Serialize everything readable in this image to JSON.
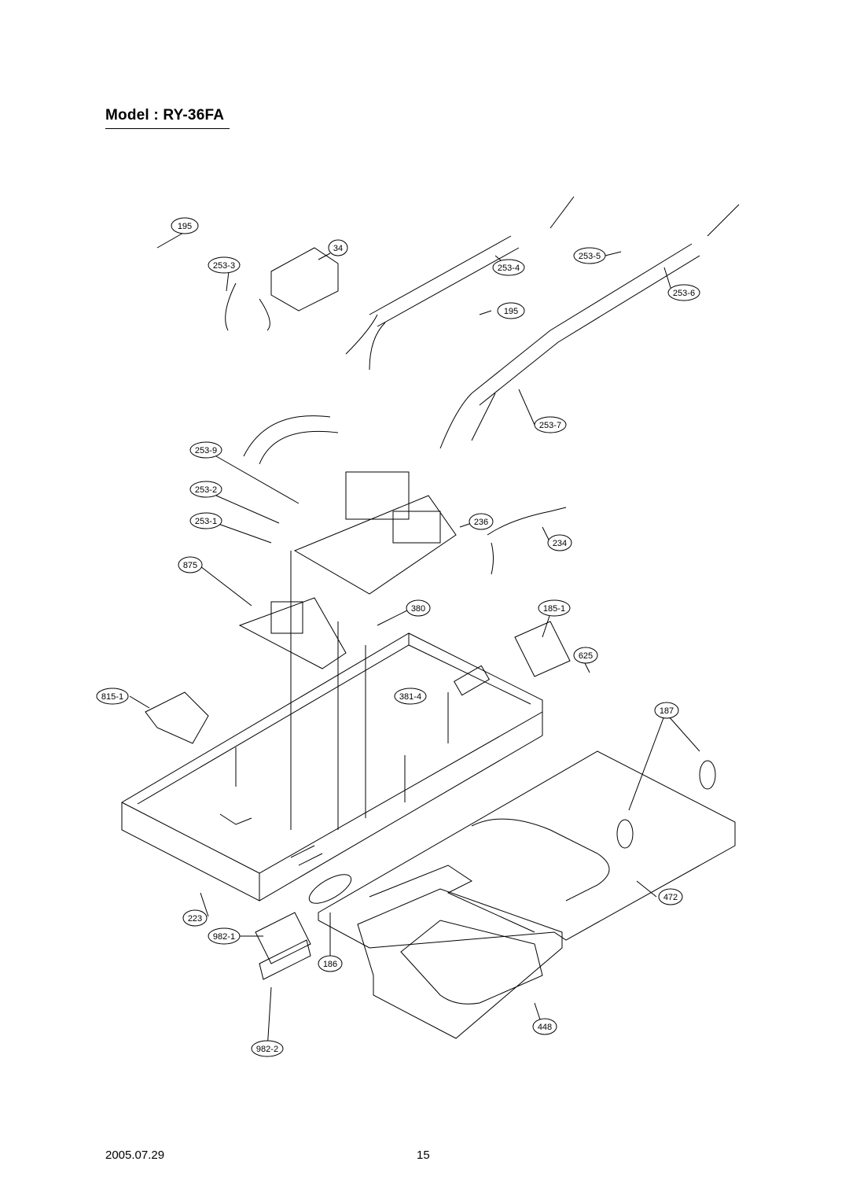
{
  "header": {
    "title": "Model : RY-36FA"
  },
  "footer": {
    "date": "2005.07.29",
    "page": "15"
  },
  "callouts": {
    "c195a": "195",
    "c34": "34",
    "c2533": "253-3",
    "c2534": "253-4",
    "c2535": "253-5",
    "c2536": "253-6",
    "c195b": "195",
    "c2537": "253-7",
    "c2539": "253-9",
    "c2532": "253-2",
    "c2531": "253-1",
    "c236": "236",
    "c234": "234",
    "c875": "875",
    "c380": "380",
    "c1851": "185-1",
    "c625": "625",
    "c8151": "815-1",
    "c3814": "381-4",
    "c187": "187",
    "c472": "472",
    "c223": "223",
    "c9821": "982-1",
    "c186": "186",
    "c448": "448",
    "c9822": "982-2"
  }
}
